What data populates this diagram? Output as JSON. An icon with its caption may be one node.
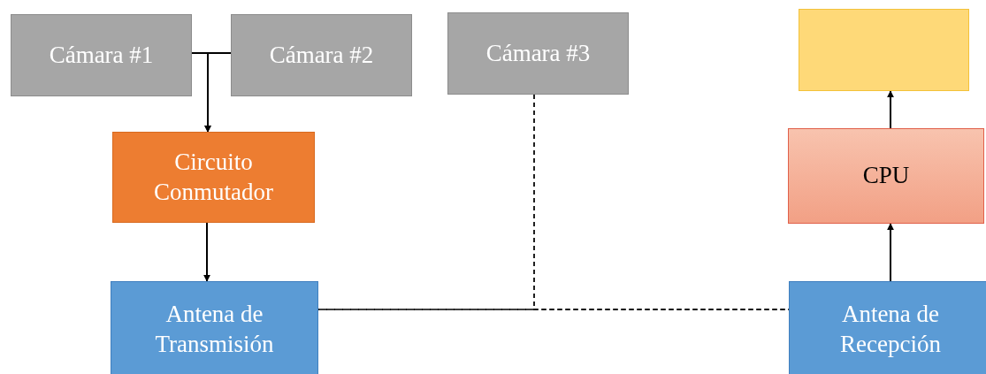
{
  "diagram": {
    "nodes": [
      {
        "text": [
          "Cámara #1"
        ]
      },
      {
        "text": [
          "Cámara #2"
        ]
      },
      {
        "text": [
          "Cámara #3"
        ]
      },
      {
        "text": [],
        "shape": "box"
      },
      {
        "text": [
          "Circuito Conmutador"
        ]
      },
      {
        "text": [
          "CPU"
        ]
      },
      {
        "text": [
          "Antena de Transmisión"
        ]
      },
      {
        "text": [
          "Antena de Recepción"
        ]
      }
    ],
    "edges": [
      {
        "from": 0,
        "to": 4,
        "arrow": "to"
      },
      {
        "from": 1,
        "to": 4,
        "arrow": "to"
      },
      {
        "from": 4,
        "to": 6,
        "arrow": "to"
      },
      {
        "from": 6,
        "to": 7,
        "arrow": "none",
        "style": "dashed"
      },
      {
        "from": 2,
        "to": 6,
        "arrow": "none",
        "style": "dashed"
      },
      {
        "from": 2,
        "to": 7,
        "arrow": "none",
        "style": "dashed"
      },
      {
        "from": 7,
        "to": 5,
        "arrow": "to"
      },
      {
        "from": 5,
        "to": 3,
        "arrow": "to"
      }
    ]
  }
}
